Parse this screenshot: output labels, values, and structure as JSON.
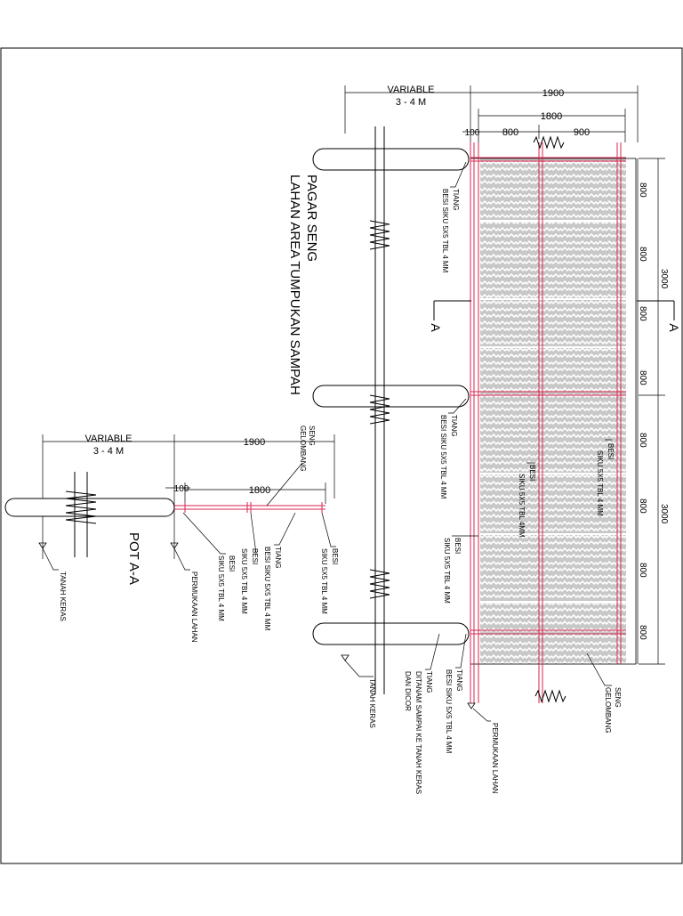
{
  "colors": {
    "frame_line": "#000000",
    "steel_frame": "#d9264f",
    "sheet_fill": "#c8c8c8",
    "corrugation": "#ffffff"
  },
  "elevation": {
    "title_line1": "PAGAR SENG",
    "title_line2": "LAHAN AREA TUMPUKAN SAMPAH",
    "dim_variable": "VARIABLE",
    "dim_variable_range": "3 - 4 M",
    "dim_1900": "1900",
    "dim_1800": "1800",
    "dim_100": "100",
    "dim_800": "800",
    "dim_900": "900",
    "dim_panel_800": "800",
    "dim_3000": "3000",
    "section_mark": "A",
    "label_tiang_1": "TIANG",
    "label_besi_1": "BESI SIKU 5X5 TBL 4 MM",
    "label_tiang_2": "TIANG",
    "label_besi_2": "BESI SIKU 5X5 TBL 4 MM",
    "label_besi_3a": "BESI",
    "label_besi_3b": "SIKU 5X5 TBL 4 MM",
    "label_besi_4a": "BESI",
    "label_besi_4b": "SIKU 5X5 TBL 4MM",
    "label_besi_5a": "BESI",
    "label_besi_5b": "SIKU 5X5 TBL 4 MM",
    "label_tiang_3": "TIANG",
    "label_besi_6": "BESI SIKU 5X5 TBL 4 MM",
    "label_tiang_4a": "TIANG",
    "label_tiang_4b": "DITANAM SAMPAI KE TANAH KERAS",
    "label_tiang_4c": "DAN DICOR",
    "label_tanah_keras": "TANAH KERAS",
    "label_permukaan": "PERMUKAAN LAHAN",
    "label_seng_a": "SENG",
    "label_seng_b": "GELOMBANG"
  },
  "section": {
    "title": "POT A-A",
    "dim_variable": "VARIABLE",
    "dim_variable_range": "3 - 4 M",
    "dim_1900": "1900",
    "dim_1800": "1800",
    "dim_100": "100",
    "label_seng_a": "SENG",
    "label_seng_b": "GELOMBANG",
    "label_besi_1a": "BESI",
    "label_besi_1b": "SIKU 5X5 TBL 4 MM",
    "label_tiang": "TIANG",
    "label_besi_2": "BESI SIKU 5X5 TBL 4 MM",
    "label_besi_3a": "BESI",
    "label_besi_3b": "SIKU 5X5 TBL 4 MM",
    "label_permukaan": "PERMUKAAN LAHAN",
    "label_tanah_keras": "TANAH KERAS"
  }
}
